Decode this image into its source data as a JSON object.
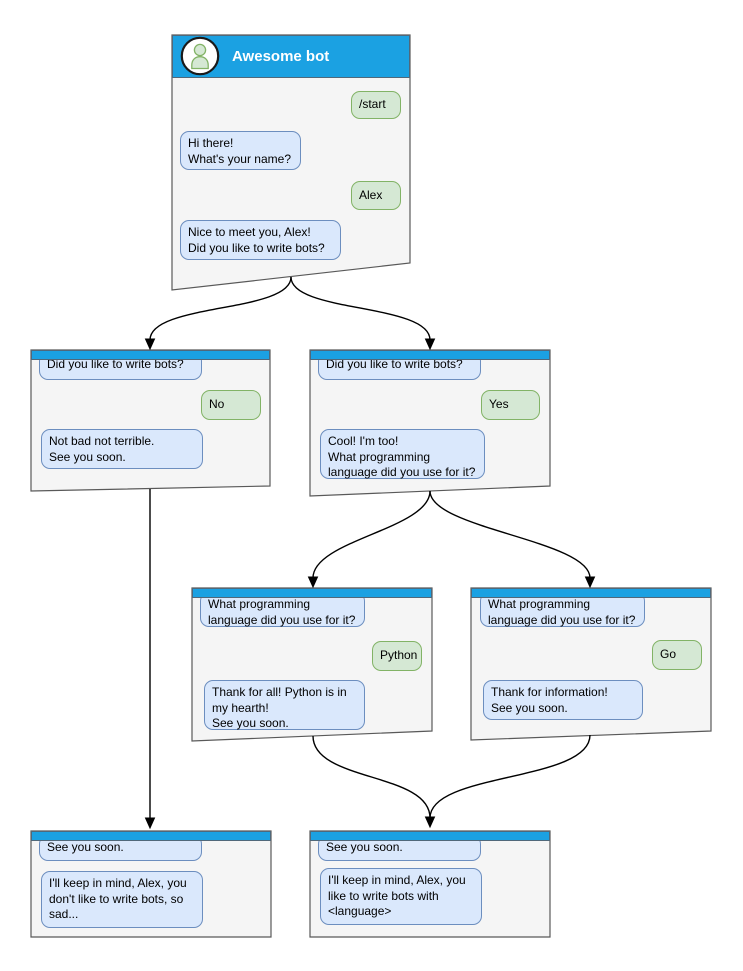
{
  "colors": {
    "header_blue": "#1ba1e2",
    "window_fill": "#f5f5f5",
    "window_border": "#595959",
    "bot_bubble_fill": "#dae8fc",
    "bot_bubble_border": "#6c8ebf",
    "user_bubble_fill": "#d5e8d4",
    "user_bubble_border": "#82b366",
    "arrow": "#000000",
    "title_text": "#ffffff"
  },
  "root_window": {
    "title": "Awesome bot",
    "avatar_icon": "person-icon",
    "messages": [
      {
        "side": "user",
        "text": "/start"
      },
      {
        "side": "bot",
        "text": "Hi there!\nWhat's your name?"
      },
      {
        "side": "user",
        "text": "Alex"
      },
      {
        "side": "bot",
        "text": "Nice to meet you, Alex!\nDid you like to write bots?"
      }
    ]
  },
  "branch_no": {
    "messages": [
      {
        "side": "bot",
        "text": "Did you like to write bots?"
      },
      {
        "side": "user",
        "text": "No"
      },
      {
        "side": "bot",
        "text": "Not bad not terrible.\nSee you soon."
      }
    ]
  },
  "branch_yes": {
    "messages": [
      {
        "side": "bot",
        "text": "Did you like to write bots?"
      },
      {
        "side": "user",
        "text": "Yes"
      },
      {
        "side": "bot",
        "text": "Cool! I'm too!\nWhat programming\nlanguage did you use for it?"
      }
    ]
  },
  "branch_python": {
    "messages": [
      {
        "side": "bot",
        "text": "What programming\nlanguage did you use for it?"
      },
      {
        "side": "user",
        "text": "Python"
      },
      {
        "side": "bot",
        "text": "Thank for all! Python is in\nmy hearth!\nSee you soon."
      }
    ]
  },
  "branch_go": {
    "messages": [
      {
        "side": "bot",
        "text": "What programming\nlanguage did you use for it?"
      },
      {
        "side": "user",
        "text": "Go"
      },
      {
        "side": "bot",
        "text": "Thank for information!\nSee you soon."
      }
    ]
  },
  "end_no": {
    "messages": [
      {
        "side": "bot",
        "text": "See you soon."
      },
      {
        "side": "bot",
        "text": "I'll keep in mind, Alex, you\ndon't like to write bots, so\nsad..."
      }
    ]
  },
  "end_language": {
    "messages": [
      {
        "side": "bot",
        "text": "See you soon."
      },
      {
        "side": "bot",
        "text": "I'll keep in mind, Alex, you\nlike to write bots with\n<language>"
      }
    ]
  },
  "edges": [
    {
      "from": "awesome-bot",
      "to": "branch-no"
    },
    {
      "from": "awesome-bot",
      "to": "branch-yes"
    },
    {
      "from": "branch-no",
      "to": "end-no"
    },
    {
      "from": "branch-yes",
      "to": "branch-python"
    },
    {
      "from": "branch-yes",
      "to": "branch-go"
    },
    {
      "from": "branch-python",
      "to": "end-language"
    },
    {
      "from": "branch-go",
      "to": "end-language"
    }
  ]
}
